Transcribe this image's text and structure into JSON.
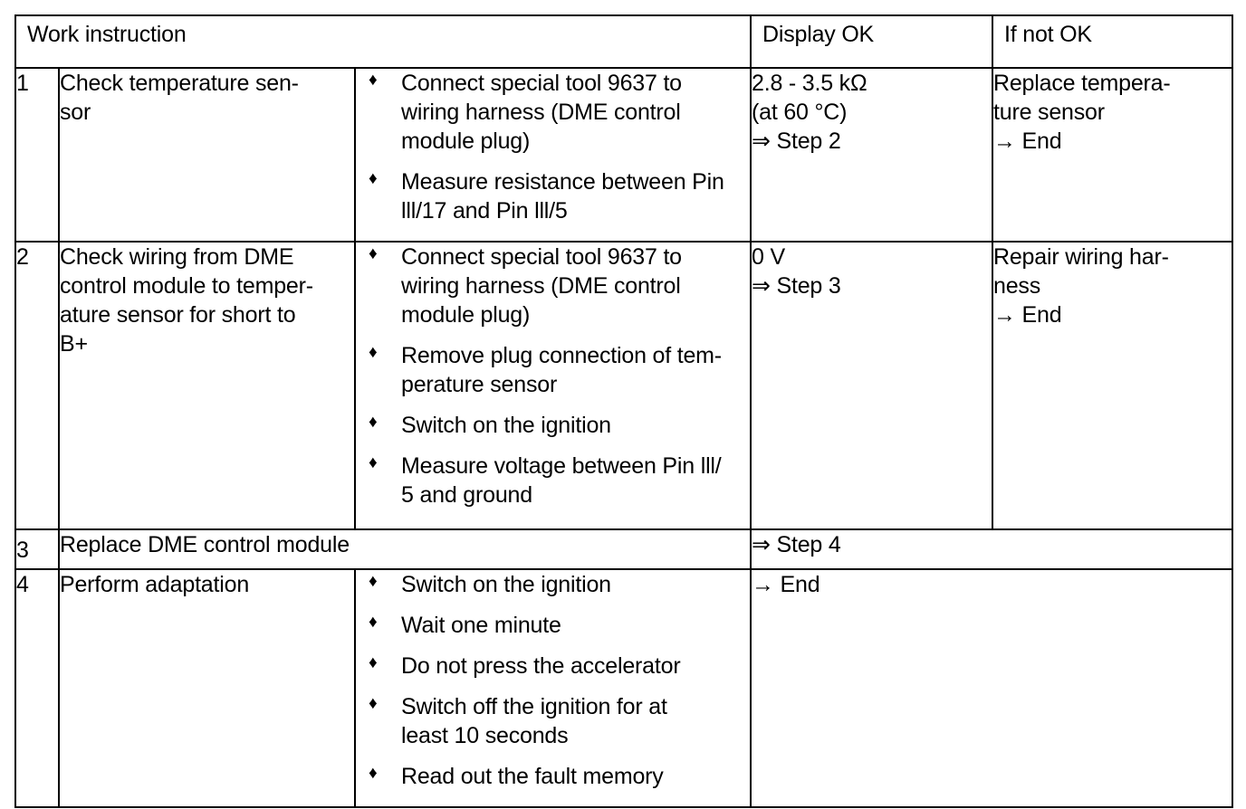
{
  "table": {
    "headers": {
      "work_instruction": "Work instruction",
      "display_ok": "Display OK",
      "if_not_ok": "If not OK"
    },
    "bullet_glyph": "♦",
    "rows": [
      {
        "number": "1",
        "task": "Check temperature sen-\nsor",
        "steps": [
          "Connect special tool 9637 to\nwiring harness (DME control\nmodule plug)",
          "Measure resistance between Pin\nlll/17 and Pin lll/5"
        ],
        "display_ok": {
          "line1": "2.8 - 3.5 kΩ",
          "line2": "(at 60 °C)",
          "line3": "⇒ Step 2"
        },
        "if_not_ok": {
          "line1": "Replace tempera-",
          "line2": "ture sensor",
          "line3": "→ End"
        }
      },
      {
        "number": "2",
        "task": "Check wiring from DME\ncontrol module to temper-\nature sensor for short to\nB+",
        "steps": [
          "Connect special tool 9637 to\nwiring harness (DME control\nmodule plug)",
          "Remove plug connection of tem-\nperature sensor",
          "Switch on the ignition",
          "Measure voltage between Pin lll/\n5 and ground"
        ],
        "display_ok": {
          "line1": "0 V",
          "line2": "⇒ Step 3",
          "line3": ""
        },
        "if_not_ok": {
          "line1": "Repair wiring har-",
          "line2": "ness",
          "line3": "→ End"
        }
      },
      {
        "number": "3",
        "task_merged": "Replace DME control module",
        "result_merged": "⇒ Step 4"
      },
      {
        "number": "4",
        "task": "Perform adaptation",
        "steps": [
          "Switch on the ignition",
          "Wait one minute",
          "Do not press the accelerator",
          "Switch off the ignition for at\nleast 10 seconds",
          "Read out the fault memory"
        ],
        "result_merged": "→ End"
      }
    ]
  },
  "colors": {
    "border": "#000000",
    "text": "#000000",
    "background": "#ffffff"
  }
}
